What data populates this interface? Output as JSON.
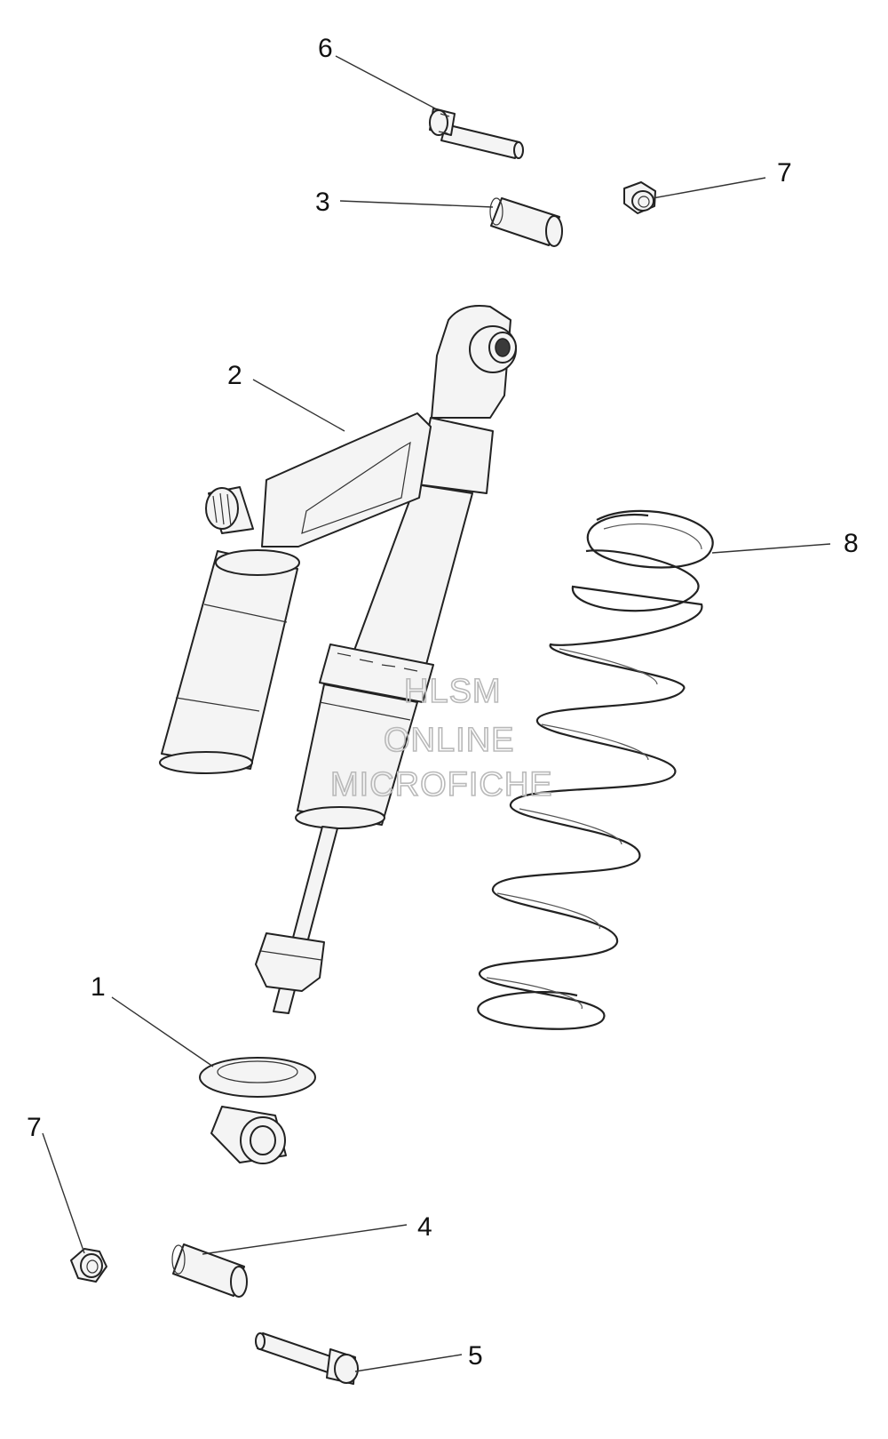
{
  "callouts": [
    {
      "id": "part-1",
      "label": "1"
    },
    {
      "id": "part-2",
      "label": "2"
    },
    {
      "id": "part-3",
      "label": "3"
    },
    {
      "id": "part-4",
      "label": "4"
    },
    {
      "id": "part-5",
      "label": "5"
    },
    {
      "id": "part-6",
      "label": "6"
    },
    {
      "id": "part-7-top",
      "label": "7"
    },
    {
      "id": "part-7-bottom",
      "label": "7"
    },
    {
      "id": "part-8",
      "label": "8"
    }
  ],
  "watermark": {
    "line1": "HLSM",
    "line2": "ONLINE",
    "line3": "MICROFICHE"
  }
}
